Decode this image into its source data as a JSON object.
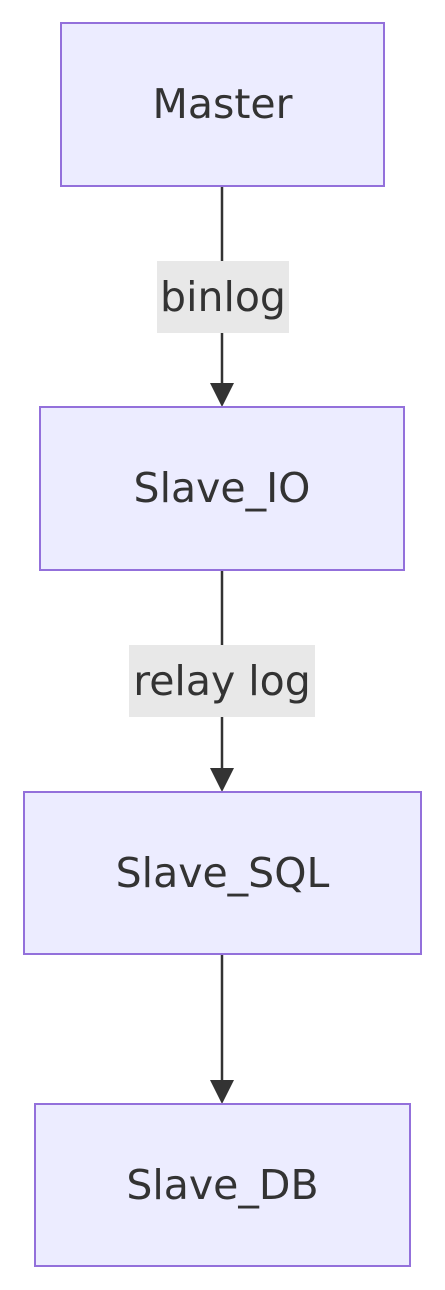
{
  "diagram": {
    "direction": "top-to-bottom",
    "nodes": [
      {
        "id": "master",
        "label": "Master"
      },
      {
        "id": "slave_io",
        "label": "Slave_IO"
      },
      {
        "id": "slave_sql",
        "label": "Slave_SQL"
      },
      {
        "id": "slave_db",
        "label": "Slave_DB"
      }
    ],
    "edges": [
      {
        "from": "master",
        "to": "slave_io",
        "label": "binlog"
      },
      {
        "from": "slave_io",
        "to": "slave_sql",
        "label": "relay log"
      },
      {
        "from": "slave_sql",
        "to": "slave_db",
        "label": ""
      }
    ],
    "colors": {
      "node_fill": "#ECECFF",
      "node_stroke": "#9370DB",
      "edge": "#333333",
      "label_bg": "#E8E8E8",
      "text": "#333333"
    }
  }
}
